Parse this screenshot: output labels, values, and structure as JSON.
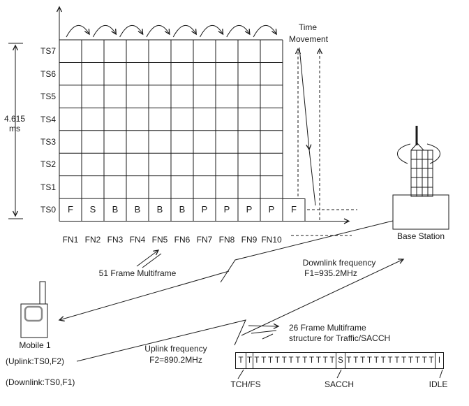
{
  "colors": {
    "ink": "#1a1a1a",
    "screen_border": "#8a8a8a",
    "bg": "#ffffff"
  },
  "axis": {
    "duration_value": "4.615",
    "duration_unit": "ms"
  },
  "time_movement": {
    "line1": "Time",
    "line2": "Movement"
  },
  "tdma_grid": {
    "timeslots": [
      "TS7",
      "TS6",
      "TS5",
      "TS4",
      "TS3",
      "TS2",
      "TS1",
      "TS0"
    ],
    "frame_numbers": [
      "FN1",
      "FN2",
      "FN3",
      "FN4",
      "FN5",
      "FN6",
      "FN7",
      "FN8",
      "FN9",
      "FN10"
    ],
    "ts0_bursts": [
      "F",
      "S",
      "B",
      "B",
      "B",
      "B",
      "P",
      "P",
      "P",
      "P"
    ],
    "overflow_burst": "F"
  },
  "annotations": {
    "multiframe51": "51 Frame Multiframe",
    "downlink_line1": "Downlink frequency",
    "downlink_line2": "F1=935.2MHz",
    "uplink_line1": "Uplink frequency",
    "uplink_line2": "F2=890.2MHz",
    "multiframe26_line1": "26 Frame Multiframe",
    "multiframe26_line2": "structure for Traffic/SACCH"
  },
  "base_station_label": "Base Station",
  "mobile": {
    "label": "Mobile 1",
    "uplink_note": "(Uplink:TS0,F2)",
    "downlink_note": "(Downlink:TS0,F1)"
  },
  "multiframe26_strip": {
    "cells": [
      {
        "kind": "small",
        "letter": "T",
        "width": 16
      },
      {
        "kind": "small",
        "letter": "T",
        "width": 11
      },
      {
        "kind": "wide",
        "letters": [
          "T",
          "T",
          "T",
          "T",
          "T",
          "T",
          "T",
          "T",
          "T",
          "T",
          "T",
          "T"
        ],
        "width": 120
      },
      {
        "kind": "small",
        "letter": "S",
        "width": 14
      },
      {
        "kind": "wide",
        "letters": [
          "T",
          "T",
          "T",
          "T",
          "T",
          "T",
          "T",
          "T",
          "T",
          "T",
          "T",
          "T",
          "T"
        ],
        "width": 130
      },
      {
        "kind": "small",
        "letter": "I",
        "width": 13
      }
    ],
    "tch_label": "TCH/FS",
    "sacch_label": "SACCH",
    "idle_label": "IDLE"
  }
}
